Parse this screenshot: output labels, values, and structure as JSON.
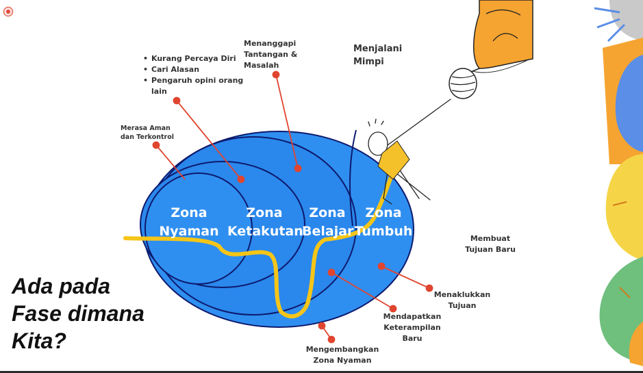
{
  "diagram": {
    "zones": [
      {
        "line1": "Zona",
        "line2": "Nyaman"
      },
      {
        "line1": "Zona",
        "line2": "Ketakutan"
      },
      {
        "line1": "Zona",
        "line2": "Belajar"
      },
      {
        "line1": "Zona",
        "line2": "Tumbuh"
      }
    ],
    "annotations": {
      "comfort": "Merasa Aman dan Terkontrol",
      "fear_items": [
        "Kurang Percaya Diri",
        "Cari Alasan",
        "Pengaruh opini  orang lain"
      ],
      "learning_top": "Menanggapi Tantangan & Masalah",
      "dream": "Menjalani Mimpi",
      "new_goal": "Membuat Tujuan Baru",
      "conquer": "Menaklukkan Tujuan",
      "skills": "Mendapatkan Keterampilan Baru",
      "expand": "Mengembangkan Zona Nyaman"
    },
    "question": [
      "Ada pada",
      "Fase dimana",
      "Kita?"
    ]
  },
  "colors": {
    "zone_fill": "#2f8ff0",
    "zone_outline": "#0d1a6e",
    "path": "#f5c518",
    "pointer": "#e0452f",
    "bulb": "#f5a431"
  },
  "icons": [
    "record-icon",
    "lightbulb-icon",
    "climber-figure-icon",
    "sunburst-decoration"
  ]
}
